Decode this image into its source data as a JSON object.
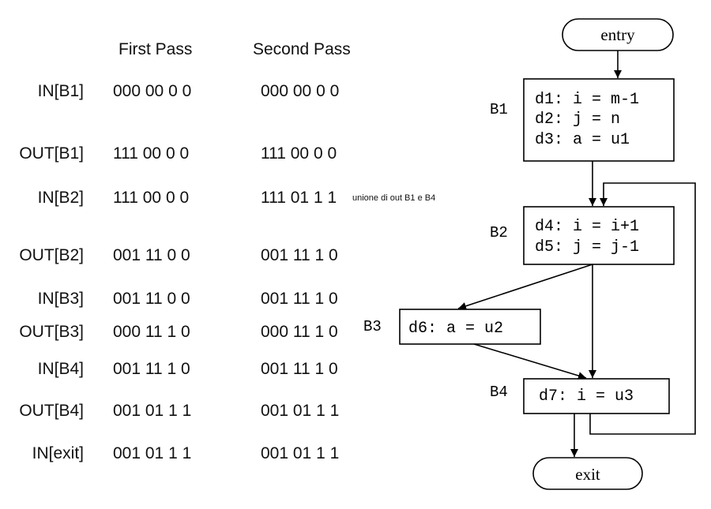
{
  "table": {
    "headers": {
      "first": "First Pass",
      "second": "Second Pass"
    },
    "rows": [
      {
        "label": "IN[B1]",
        "first": "000 00 0 0",
        "second": "000 00 0 0"
      },
      {
        "label": "OUT[B1]",
        "first": "111 00 0 0",
        "second": "111 00 0 0"
      },
      {
        "label": "IN[B2]",
        "first": "111 00 0 0",
        "second": "111 01 1 1"
      },
      {
        "label": "OUT[B2]",
        "first": "001 11 0 0",
        "second": "001 11 1 0"
      },
      {
        "label": "IN[B3]",
        "first": "001 11 0 0",
        "second": "001 11 1 0"
      },
      {
        "label": "OUT[B3]",
        "first": "000 11 1 0",
        "second": "000 11 1 0"
      },
      {
        "label": "IN[B4]",
        "first": "001 11 1 0",
        "second": "001 11 1 0"
      },
      {
        "label": "OUT[B4]",
        "first": "001 01 1 1",
        "second": "001 01 1 1"
      },
      {
        "label": "IN[exit]",
        "first": "001 01 1 1",
        "second": "001 01 1 1"
      }
    ],
    "note": "unione di out B1 e B4"
  },
  "flowgraph": {
    "entry": "entry",
    "exit": "exit",
    "blocks": {
      "B1": {
        "label": "B1",
        "lines": [
          "d1: i = m-1",
          "d2: j = n",
          "d3: a = u1"
        ]
      },
      "B2": {
        "label": "B2",
        "lines": [
          "d4: i = i+1",
          "d5: j = j-1"
        ]
      },
      "B3": {
        "label": "B3",
        "lines": [
          "d6: a = u2"
        ]
      },
      "B4": {
        "label": "B4",
        "lines": [
          "d7: i = u3"
        ]
      }
    }
  }
}
